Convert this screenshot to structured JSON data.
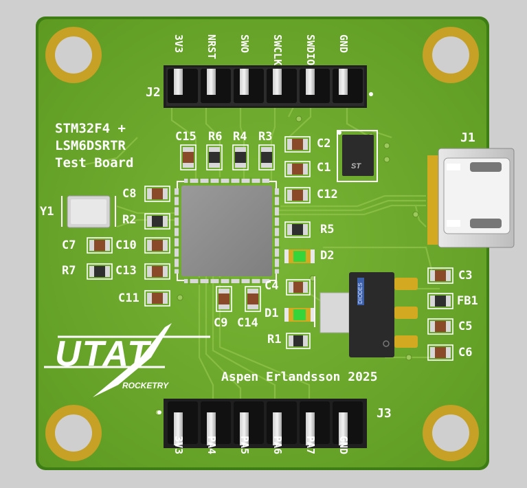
{
  "board": {
    "title_lines": [
      "STM32F4 +",
      "LSM6DSRTR",
      "Test Board"
    ],
    "author": "Aspen Erlandsson 2025",
    "logo_main": "UTAT",
    "logo_sub": "ROCKETRY"
  },
  "designators": {
    "j1": "J1",
    "j2": "J2",
    "j3": "J3",
    "c15": "C15",
    "r6": "R6",
    "r4": "R4",
    "r3": "R3",
    "c2": "C2",
    "c1": "C1",
    "c12": "C12",
    "c8": "C8",
    "r2": "R2",
    "c7": "C7",
    "c10": "C10",
    "r7": "R7",
    "c13": "C13",
    "c11": "C11",
    "y1": "Y1",
    "r5": "R5",
    "d2": "D2",
    "c4": "C4",
    "d1": "D1",
    "r1": "R1",
    "c9": "C9",
    "c14": "C14",
    "c3": "C3",
    "fb1": "FB1",
    "c5": "C5",
    "c6": "C6"
  },
  "j2_pins": [
    "3V3",
    "NRST",
    "SWO",
    "SWCLK",
    "SWDIO",
    "GND"
  ],
  "j3_pins": [
    "3V3",
    "PA4",
    "PA5",
    "PA6",
    "PA7",
    "GND"
  ],
  "colors": {
    "background": "#cfcfcf",
    "board_edge": "#3f7f12",
    "soldermask": "#6aa62b",
    "silkscreen": "#ffffff",
    "gold": "#c9a227",
    "led": "#35d43a"
  },
  "icons": {
    "st_logo": "st-logo-icon",
    "regulator_marking": "diodes-logo-icon"
  }
}
